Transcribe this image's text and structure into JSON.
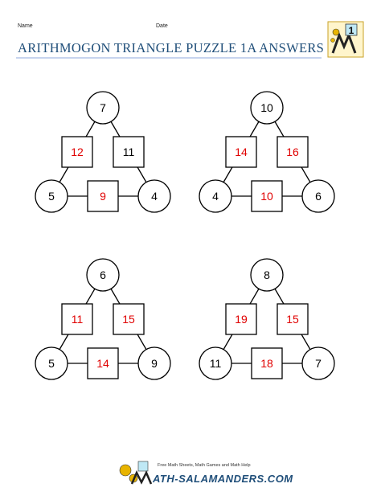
{
  "header": {
    "name_label": "Name",
    "date_label": "Date",
    "title": "ARITHMOGON TRIANGLE PUZZLE 1A ANSWERS",
    "badge_number": "1"
  },
  "colors": {
    "title": "#1f4e79",
    "rule": "#8faadc",
    "given": "#000000",
    "answer": "#e00000",
    "footer_brand": "#1f4e79"
  },
  "puzzles": [
    {
      "top": "7",
      "left": "5",
      "right": "4",
      "left_side": "12",
      "right_side": "11",
      "bottom_side": "9",
      "answer_left": true,
      "answer_right": false,
      "answer_bottom": true
    },
    {
      "top": "10",
      "left": "4",
      "right": "6",
      "left_side": "14",
      "right_side": "16",
      "bottom_side": "10",
      "answer_left": true,
      "answer_right": true,
      "answer_bottom": true
    },
    {
      "top": "6",
      "left": "5",
      "right": "9",
      "left_side": "11",
      "right_side": "15",
      "bottom_side": "14",
      "answer_left": true,
      "answer_right": true,
      "answer_bottom": true
    },
    {
      "top": "8",
      "left": "11",
      "right": "7",
      "left_side": "19",
      "right_side": "15",
      "bottom_side": "18",
      "answer_left": true,
      "answer_right": true,
      "answer_bottom": true
    }
  ],
  "footer": {
    "tagline": "Free Math Sheets, Math Games and Math Help",
    "brand": "ATH-SALAMANDERS.COM",
    "brand_icon": "salamander-logo-icon"
  }
}
